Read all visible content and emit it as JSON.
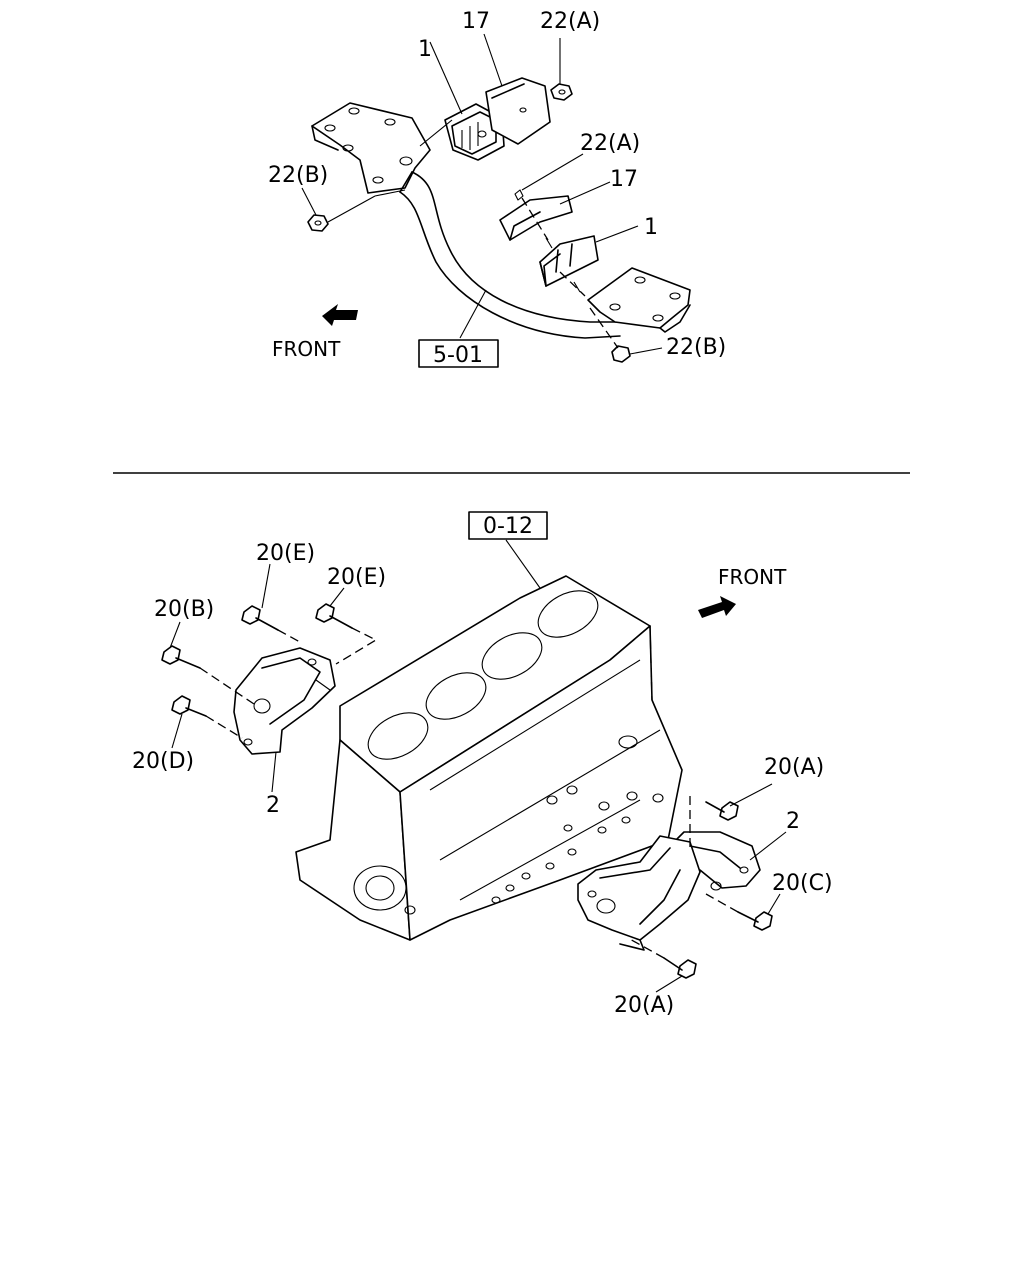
{
  "upper_view": {
    "ref_box": "5-01",
    "front_label": "FRONT",
    "callouts": {
      "part_1_top": "1",
      "part_17_top": "17",
      "part_22a_top": "22(A)",
      "part_22b_left": "22(B)",
      "part_22a_mid": "22(A)",
      "part_17_mid": "17",
      "part_1_mid": "1",
      "part_22b_bottom": "22(B)"
    }
  },
  "lower_view": {
    "ref_box": "0-12",
    "front_label": "FRONT",
    "callouts": {
      "part_20e_a": "20(E)",
      "part_20e_b": "20(E)",
      "part_20b": "20(B)",
      "part_20d": "20(D)",
      "part_2_left": "2",
      "part_20a_top": "20(A)",
      "part_2_right": "2",
      "part_20c": "20(C)",
      "part_20a_bottom": "20(A)"
    }
  },
  "colors": {
    "line": "#000000",
    "background": "#ffffff"
  }
}
